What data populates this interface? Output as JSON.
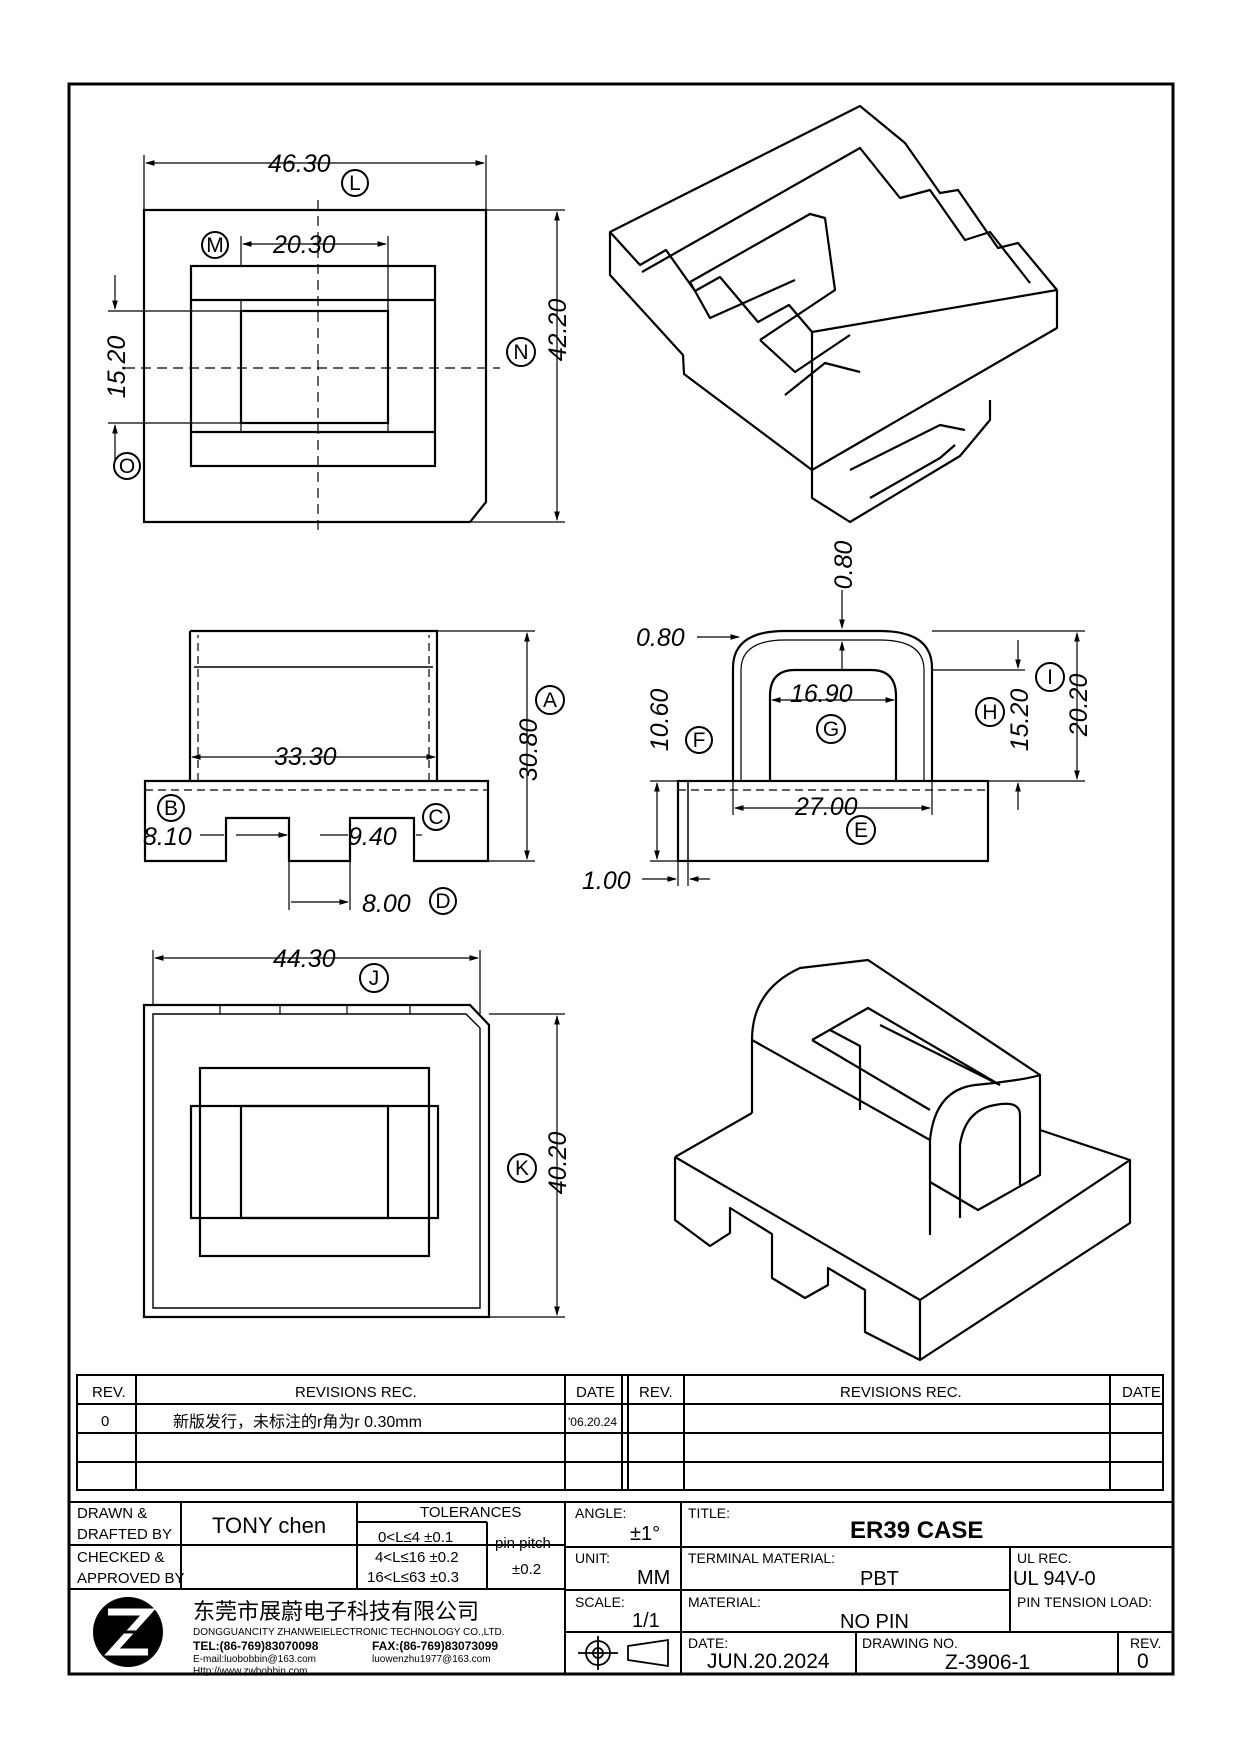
{
  "dims": {
    "top_width": "46.30",
    "top_width_label": "L",
    "top_inner_width": "20.30",
    "top_inner_label": "M",
    "top_height": "42.20",
    "top_height_label": "N",
    "top_window": "15.20",
    "top_window_label": "O",
    "side_inner_width": "33.30",
    "side_height": "30.80",
    "side_height_label": "A",
    "side_left_label": "B",
    "side_right_label": "C",
    "side_slot_left": "8.10",
    "side_slot_mid": "9.40",
    "side_slot_width": "8.00",
    "side_slot_label": "D",
    "front_top_gap": "0.80",
    "front_wall": "0.80",
    "front_base_h": "10.60",
    "front_base_label": "F",
    "front_inner_w": "16.90",
    "front_inner_label": "G",
    "front_h1": "15.20",
    "front_h1_label": "H",
    "front_h2": "20.20",
    "front_h2_label": "I",
    "front_width": "27.00",
    "front_width_label": "E",
    "front_plate": "1.00",
    "bottom_width": "44.30",
    "bottom_width_label": "J",
    "bottom_height": "40.20",
    "bottom_height_label": "K"
  },
  "revisions": {
    "headers": {
      "rev": "REV.",
      "rec": "REVISIONS    REC.",
      "date": "DATE"
    },
    "rows": [
      {
        "rev": "0",
        "rec": "新版发行，未标注的r角为r 0.30mm",
        "date": "'06.20.24"
      }
    ]
  },
  "title_block": {
    "drawn_label_1": "DRAWN &",
    "drawn_label_2": "DRAFTED BY",
    "drawn_by": "TONY chen",
    "checked_label_1": "CHECKED &",
    "checked_label_2": "APPROVED BY",
    "tolerances_label": "TOLERANCES",
    "tol_rows": [
      "0<L≤4    ±0.1",
      "4<L≤16  ±0.2",
      "16<L≤63  ±0.3"
    ],
    "pin_pitch_label": "pin pitch",
    "pin_pitch_value": "±0.2",
    "angle_label": "ANGLE:",
    "angle_value": "±1°",
    "unit_label": "UNIT:",
    "unit_value": "MM",
    "scale_label": "SCALE:",
    "scale_value": "1/1",
    "title_label": "TITLE:",
    "title_value": "ER39  CASE",
    "terminal_label": "TERMINAL MATERIAL:",
    "terminal_value": "PBT",
    "ul_label": "UL REC.",
    "ul_value": "UL 94V-0",
    "material_label": "MATERIAL:",
    "material_value": "NO  PIN",
    "pin_tension_label": "PIN TENSION LOAD:",
    "date_label": "DATE:",
    "date_value": "JUN.20.2024",
    "drawing_no_label": "DRAWING NO.",
    "drawing_no_value": "Z-3906-1",
    "rev_label": "REV.",
    "rev_value": "0",
    "company_cn": "东莞市展蔚电子科技有限公司",
    "company_en": "DONGGUANCITY ZHANWEIELECTRONIC TECHNOLOGY CO.,LTD.",
    "tel": "TEL:(86-769)83070098",
    "fax": "FAX:(86-769)83073099",
    "email1": "E-mail:luobobbin@163.com",
    "email2": "luowenzhu1977@163.com",
    "web": "Http://www.zwbobbin.com"
  }
}
